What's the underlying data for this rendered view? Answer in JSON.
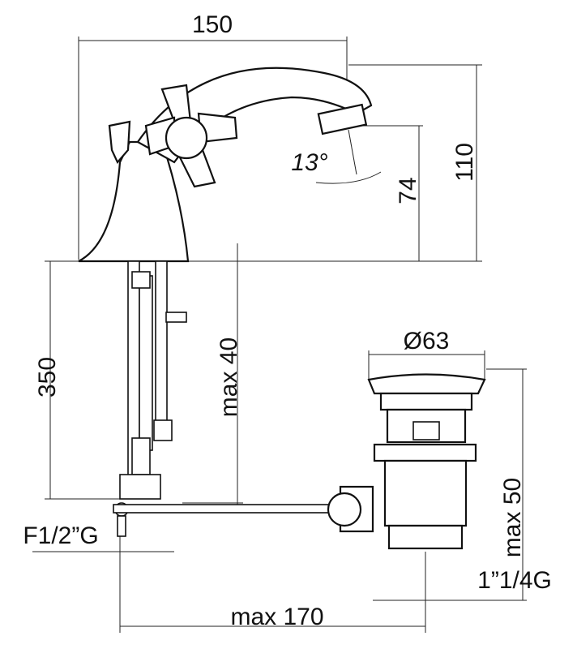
{
  "dimensions": {
    "width_top": "150",
    "height_total": "110",
    "spout_height": "74",
    "spout_angle": "13°",
    "hose_length": "350",
    "max_thickness": "max 40",
    "drain_diameter": "Ø63",
    "drain_max_depth": "max 50",
    "inlet_thread": "F1/2”G",
    "drain_thread": "1”1/4G",
    "max_distance": "max 170"
  }
}
